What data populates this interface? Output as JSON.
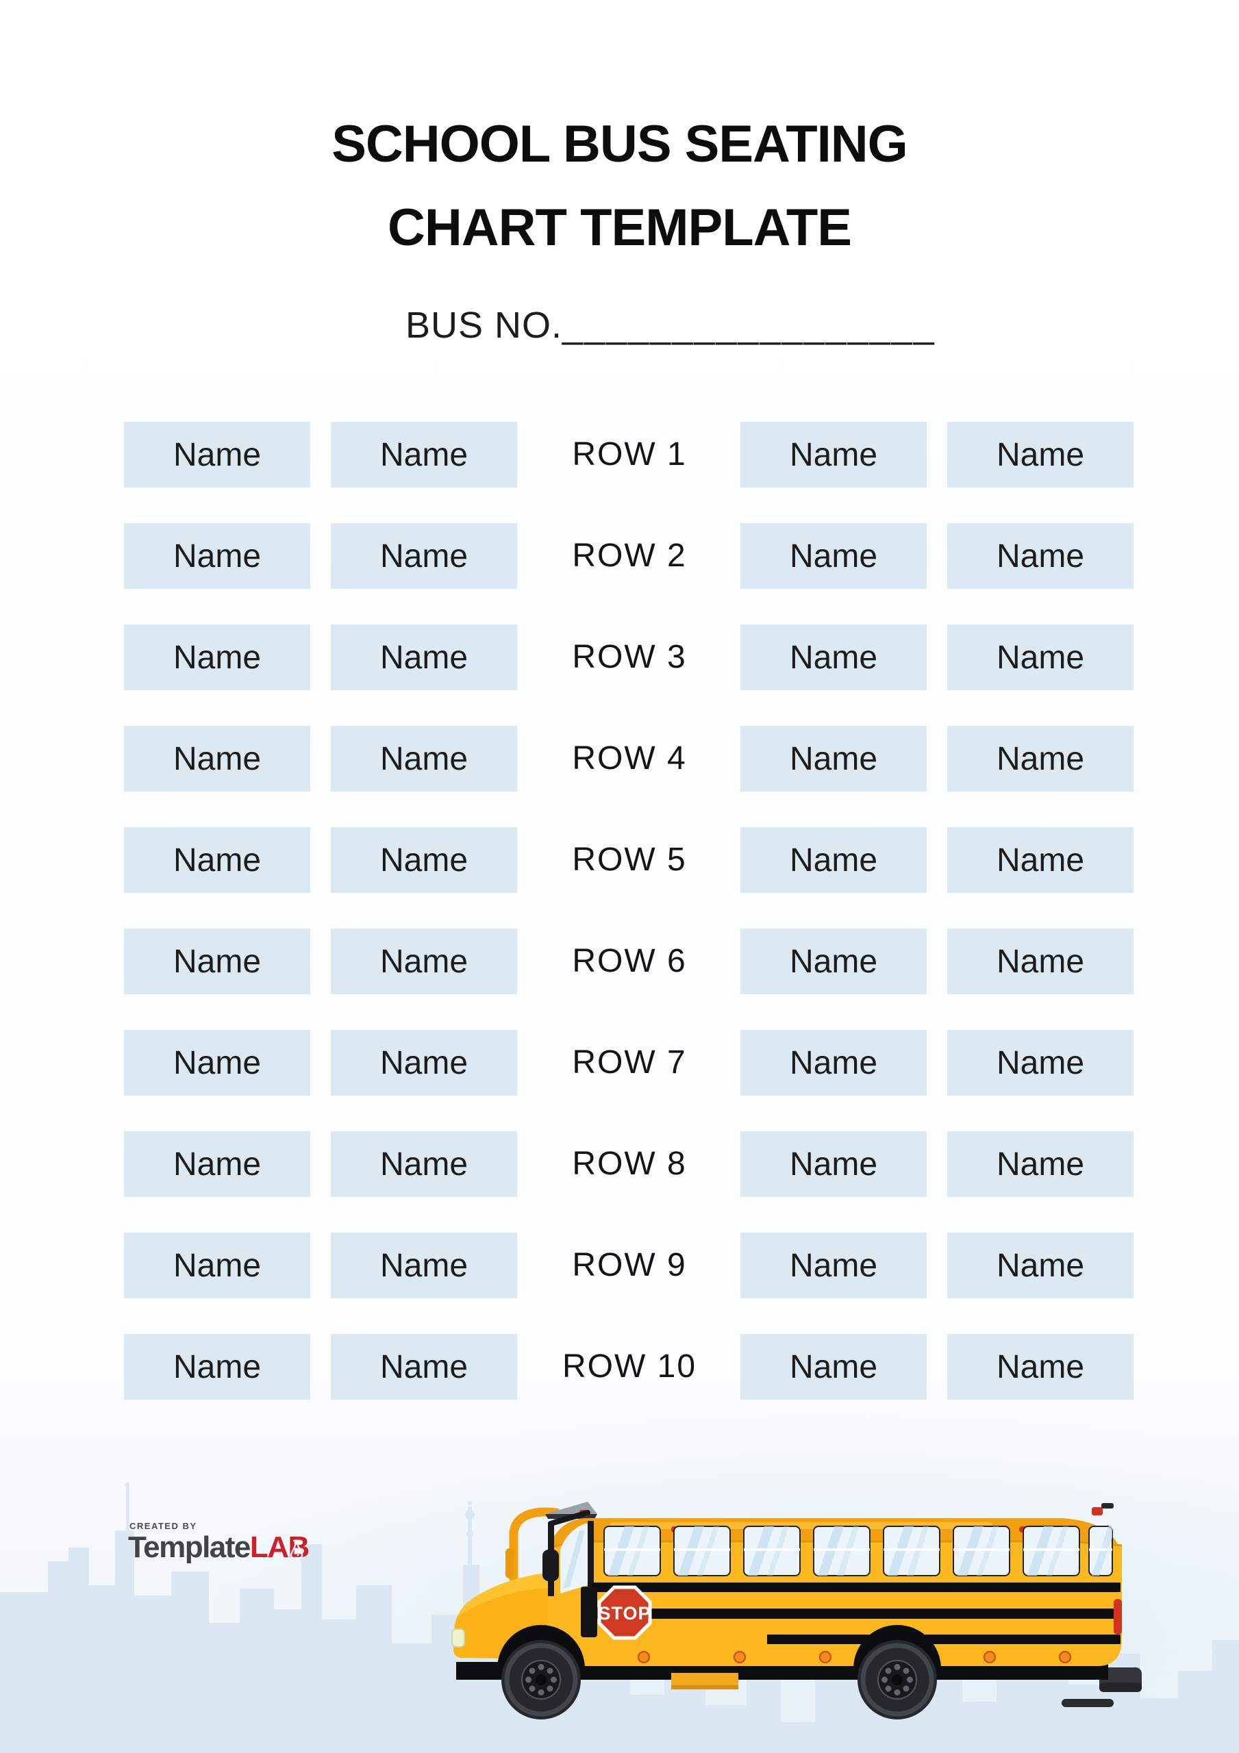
{
  "title": {
    "line1": "SCHOOL BUS SEATING",
    "line2": "CHART TEMPLATE"
  },
  "bus_no": {
    "label": "BUS NO.",
    "blank": "_________________"
  },
  "rows": [
    {
      "label": "ROW 1",
      "seats": [
        "Name",
        "Name",
        "Name",
        "Name"
      ]
    },
    {
      "label": "ROW 2",
      "seats": [
        "Name",
        "Name",
        "Name",
        "Name"
      ]
    },
    {
      "label": "ROW 3",
      "seats": [
        "Name",
        "Name",
        "Name",
        "Name"
      ]
    },
    {
      "label": "ROW 4",
      "seats": [
        "Name",
        "Name",
        "Name",
        "Name"
      ]
    },
    {
      "label": "ROW 5",
      "seats": [
        "Name",
        "Name",
        "Name",
        "Name"
      ]
    },
    {
      "label": "ROW 6",
      "seats": [
        "Name",
        "Name",
        "Name",
        "Name"
      ]
    },
    {
      "label": "ROW 7",
      "seats": [
        "Name",
        "Name",
        "Name",
        "Name"
      ]
    },
    {
      "label": "ROW 8",
      "seats": [
        "Name",
        "Name",
        "Name",
        "Name"
      ]
    },
    {
      "label": "ROW 9",
      "seats": [
        "Name",
        "Name",
        "Name",
        "Name"
      ]
    },
    {
      "label": "ROW 10",
      "seats": [
        "Name",
        "Name",
        "Name",
        "Name"
      ]
    }
  ],
  "footer": {
    "logo": {
      "created_by": "CREATED BY",
      "brand_primary": "Template",
      "brand_accent": "LAB",
      "accent_color": "#ce2127",
      "primary_color": "#434343"
    },
    "bus": {
      "stop_label": "STOP",
      "body_color": "#fcb91f",
      "roof_color": "#f2a011",
      "stop_red": "#d13a22",
      "glass_color": "#eaf4fa"
    }
  },
  "colors": {
    "seat_fill": "#dce9f3",
    "skyline": "#dbe7f2",
    "text": "#141414"
  }
}
